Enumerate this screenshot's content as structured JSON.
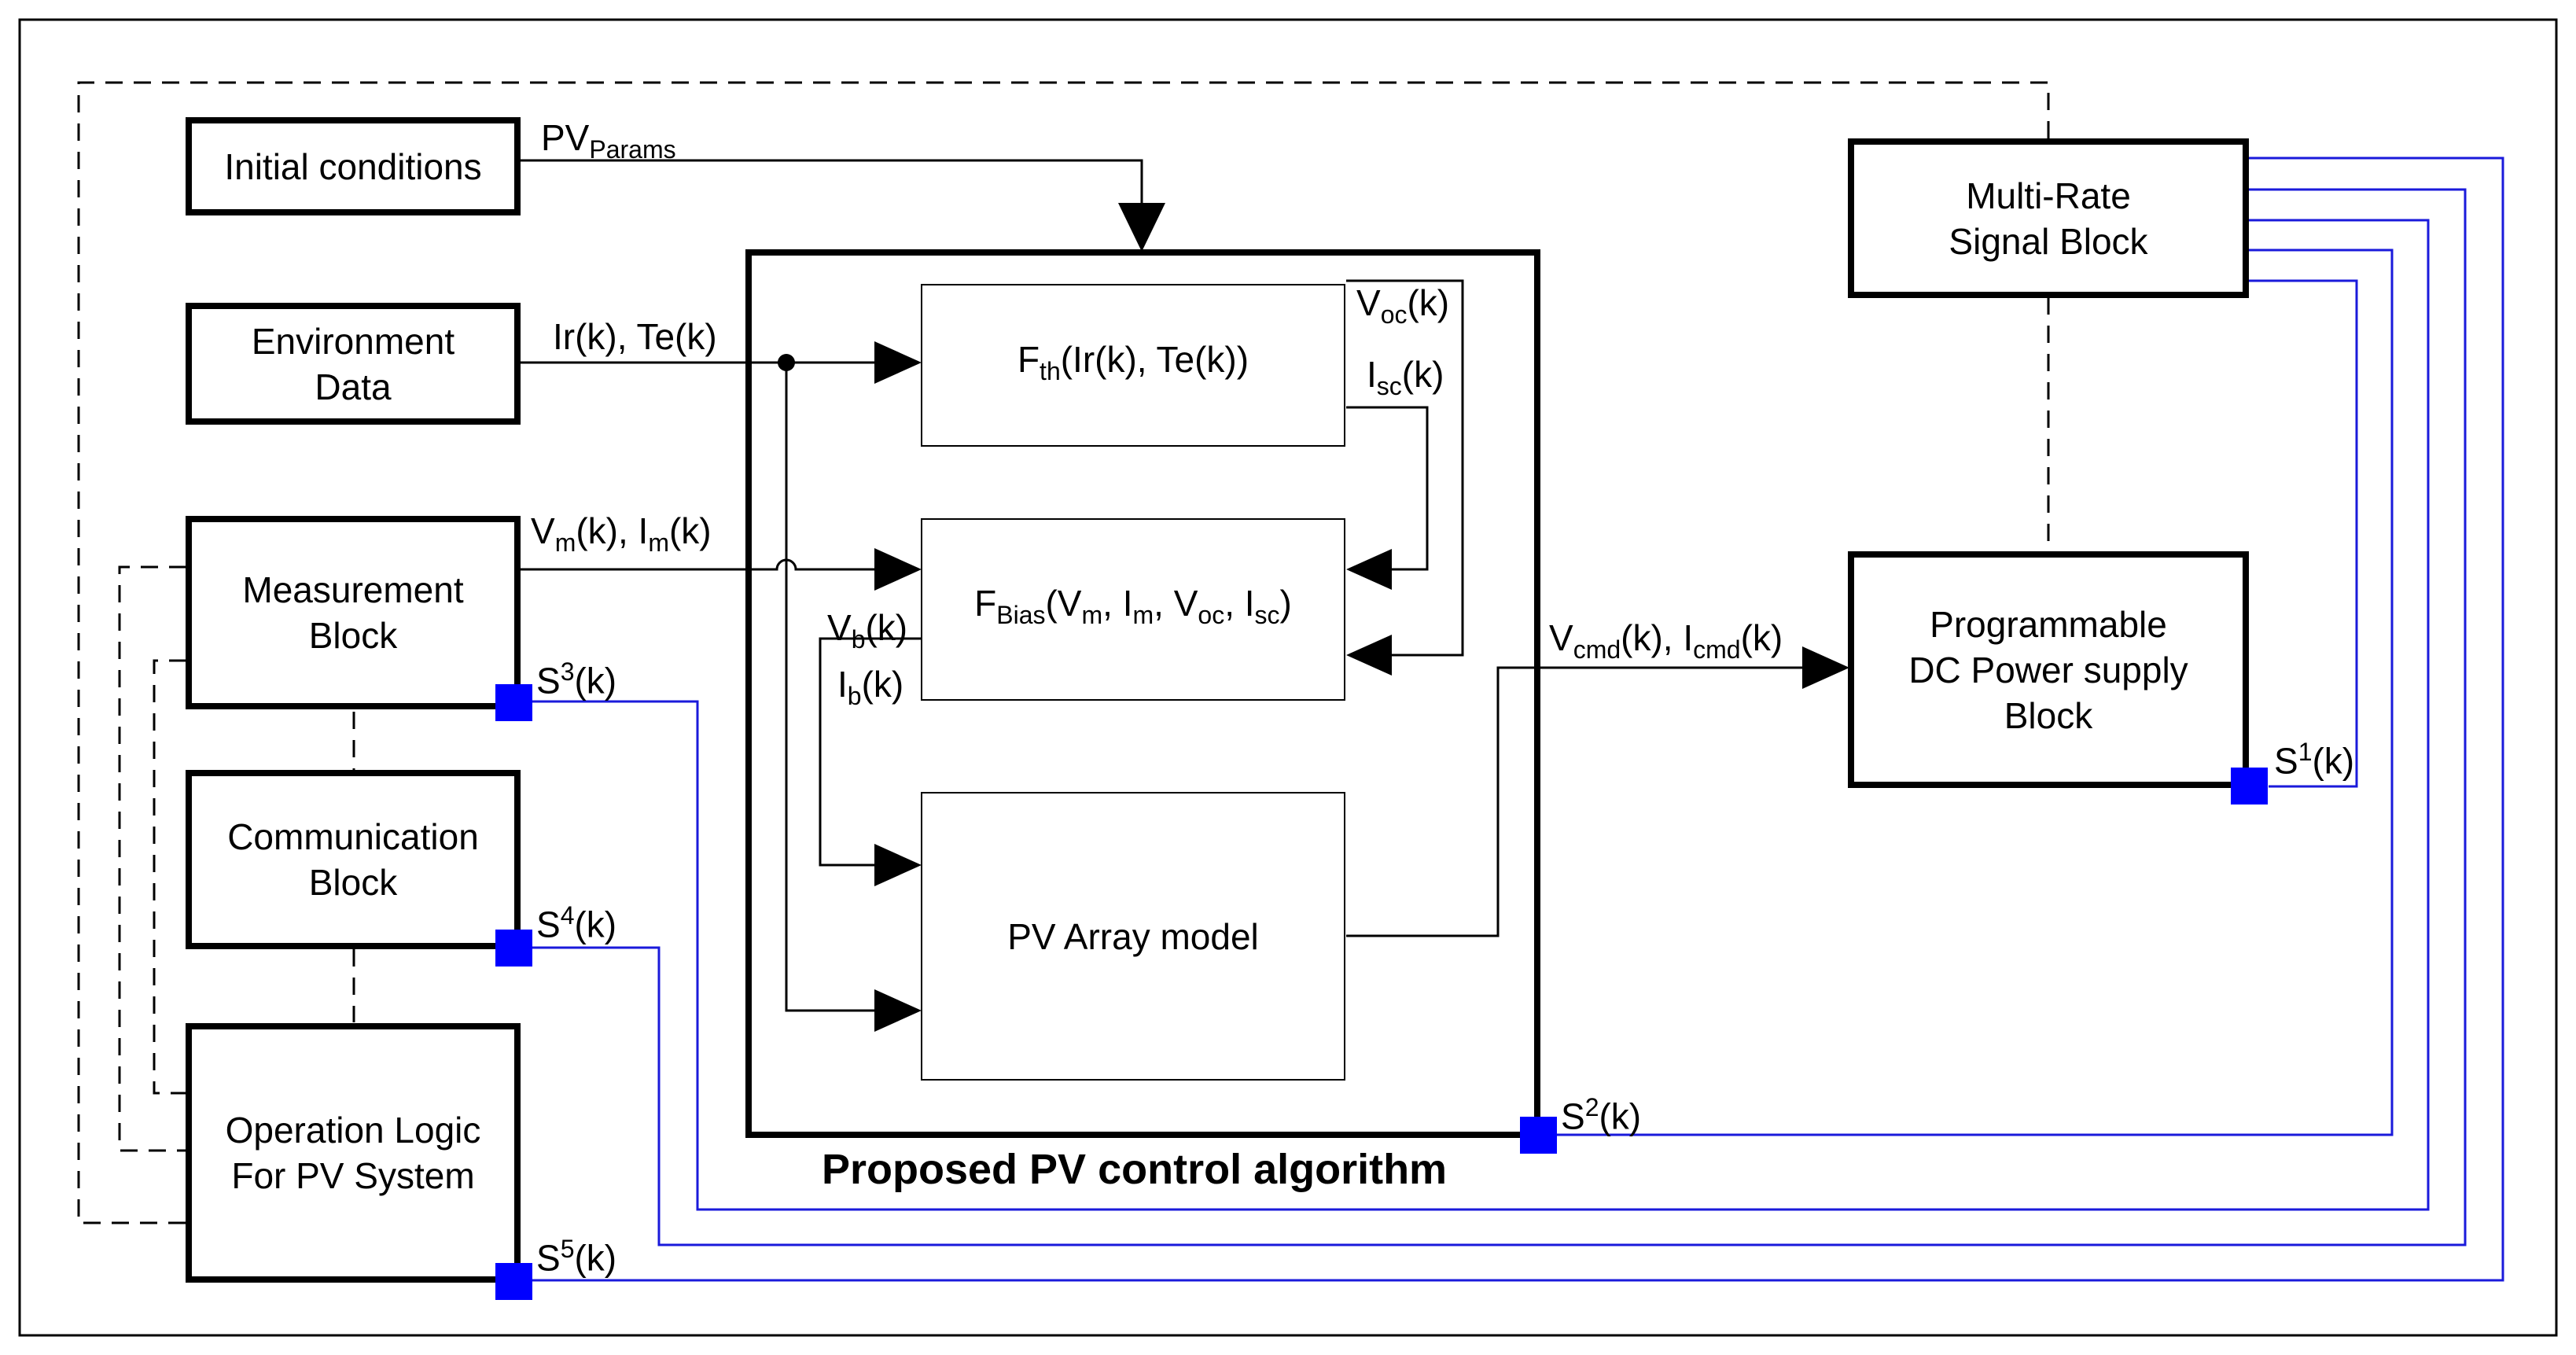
{
  "blocks": {
    "initial": "Initial conditions",
    "environment": [
      "Environment",
      "Data"
    ],
    "measurement": [
      "Measurement",
      "Block"
    ],
    "communication": [
      "Communication",
      "Block"
    ],
    "operation": [
      "Operation Logic",
      "For PV System"
    ],
    "multirate": [
      "Multi-Rate",
      "Signal Block"
    ],
    "programmable": [
      "Programmable",
      "DC Power supply",
      "Block"
    ],
    "pv_array": "PV Array model",
    "fth": {
      "main": "F",
      "sub": "th",
      "rest": "(Ir(k), Te(k))"
    },
    "fbias": {
      "main": "F",
      "sub": "Bias",
      "p1": "(V",
      "s1": "m",
      "p2": ", I",
      "s2": "m",
      "p3": ", V",
      "s3": "oc",
      "p4": ", I",
      "s4": "sc",
      "p5": ")"
    }
  },
  "caption": "Proposed PV control algorithm",
  "signals": {
    "pv_params": {
      "main": "PV",
      "sub": "Params"
    },
    "ir_te": "Ir(k), Te(k)",
    "vm_im": {
      "p1": "V",
      "s1": "m",
      "p2": "(k), I",
      "s2": "m",
      "p3": "(k)"
    },
    "voc": {
      "main": "V",
      "sub": "oc",
      "rest": "(k)"
    },
    "isc": {
      "main": "I",
      "sub": "sc",
      "rest": "(k)"
    },
    "vb": {
      "main": "V",
      "sub": "b",
      "rest": "(k)"
    },
    "ib": {
      "main": "I",
      "sub": "b",
      "rest": "(k)"
    },
    "vcmd_icmd": {
      "p1": "V",
      "s1": "cmd",
      "p2": "(k),  I",
      "s2": "cmd",
      "p3": "(k)"
    }
  },
  "sync_ports": [
    {
      "main": "S",
      "sup": "1",
      "rest": "(k)"
    },
    {
      "main": "S",
      "sup": "2",
      "rest": "(k)"
    },
    {
      "main": "S",
      "sup": "3",
      "rest": "(k)"
    },
    {
      "main": "S",
      "sup": "4",
      "rest": "(k)"
    },
    {
      "main": "S",
      "sup": "5",
      "rest": "(k)"
    }
  ],
  "colors": {
    "sync_line": "#1a1adb",
    "sync_port": "#0000ff",
    "line": "#000000"
  }
}
